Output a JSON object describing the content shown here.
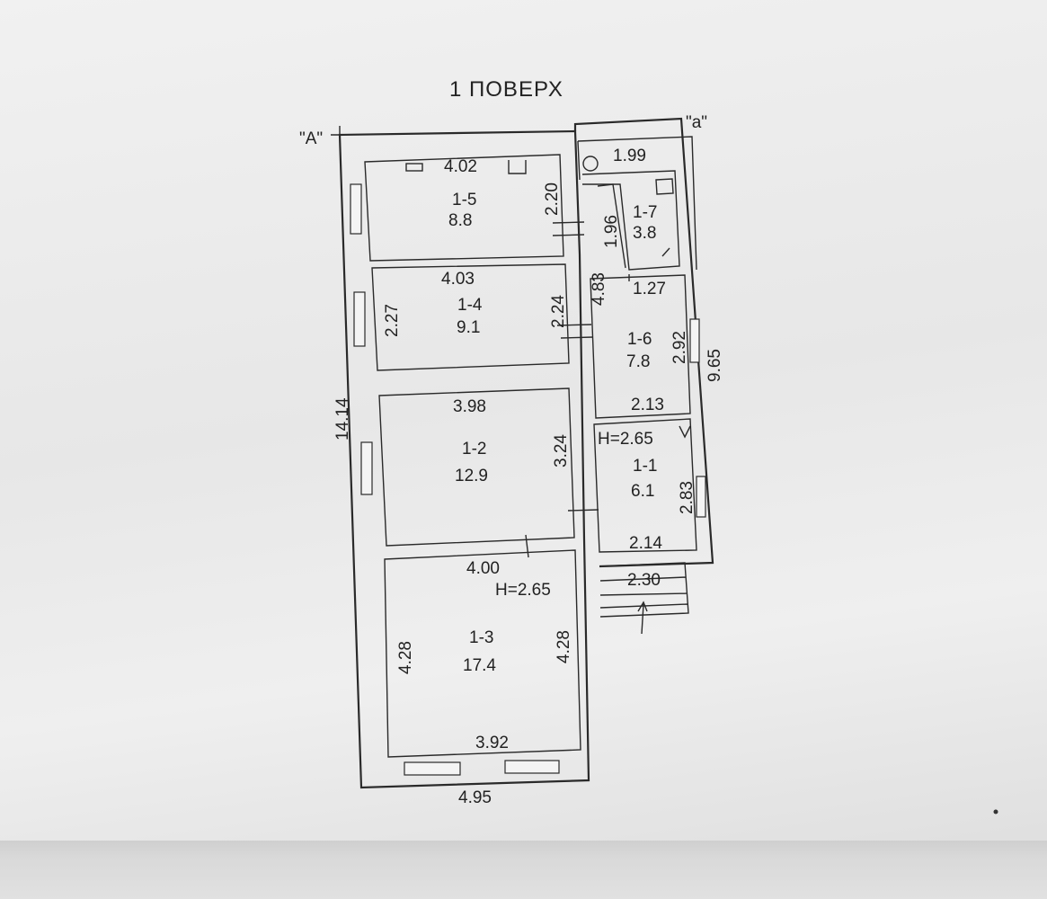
{
  "floor_title": "1 ПОВЕРХ",
  "axis_labels": {
    "main": "\"А\"",
    "annex": "\"а\""
  },
  "rooms": {
    "r15": {
      "width": "4.02",
      "depth": "2.20",
      "number": "1-5",
      "area": "8.8"
    },
    "r14": {
      "width": "4.03",
      "depth_left": "2.27",
      "depth_right": "2.24",
      "number": "1-4",
      "area": "9.1"
    },
    "r12": {
      "width": "3.98",
      "depth": "3.24",
      "number": "1-2",
      "area": "12.9"
    },
    "r13": {
      "width_top": "4.00",
      "width_bottom": "3.92",
      "depth_left": "4.28",
      "depth_right": "4.28",
      "height": "H=2.65",
      "number": "1-3",
      "area": "17.4"
    },
    "r17": {
      "width": "1.99",
      "depth": "1.96",
      "number": "1-7",
      "area": "3.8"
    },
    "r16": {
      "width_top": "1.27",
      "width_bottom": "2.13",
      "depth": "2.92",
      "number": "1-6",
      "area": "7.8"
    },
    "r11": {
      "width": "2.14",
      "depth": "2.83",
      "height": "H=2.65",
      "number": "1-1",
      "area": "6.1"
    }
  },
  "overall": {
    "length": "14.14",
    "width": "4.95",
    "annex_length": "9.65",
    "annex_length_inner": "4.83",
    "porch_width": "2.30"
  }
}
